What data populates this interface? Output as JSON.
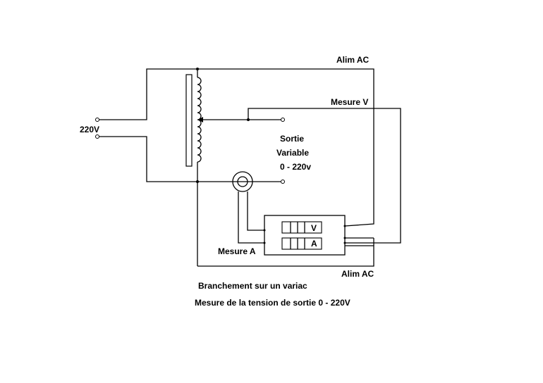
{
  "labels": {
    "alim_ac_top": "Alim AC",
    "alim_ac_bottom": "Alim AC",
    "mesure_v": "Mesure V",
    "input_voltage": "220V",
    "sortie": "Sortie",
    "variable": "Variable",
    "range": "0 - 220v",
    "mesure_a": "Mesure  A",
    "meter_v": "V",
    "meter_a": "A",
    "caption_line1": "Branchement sur un variac",
    "caption_line2": "Mesure de la tension de sortie 0 - 220V"
  }
}
